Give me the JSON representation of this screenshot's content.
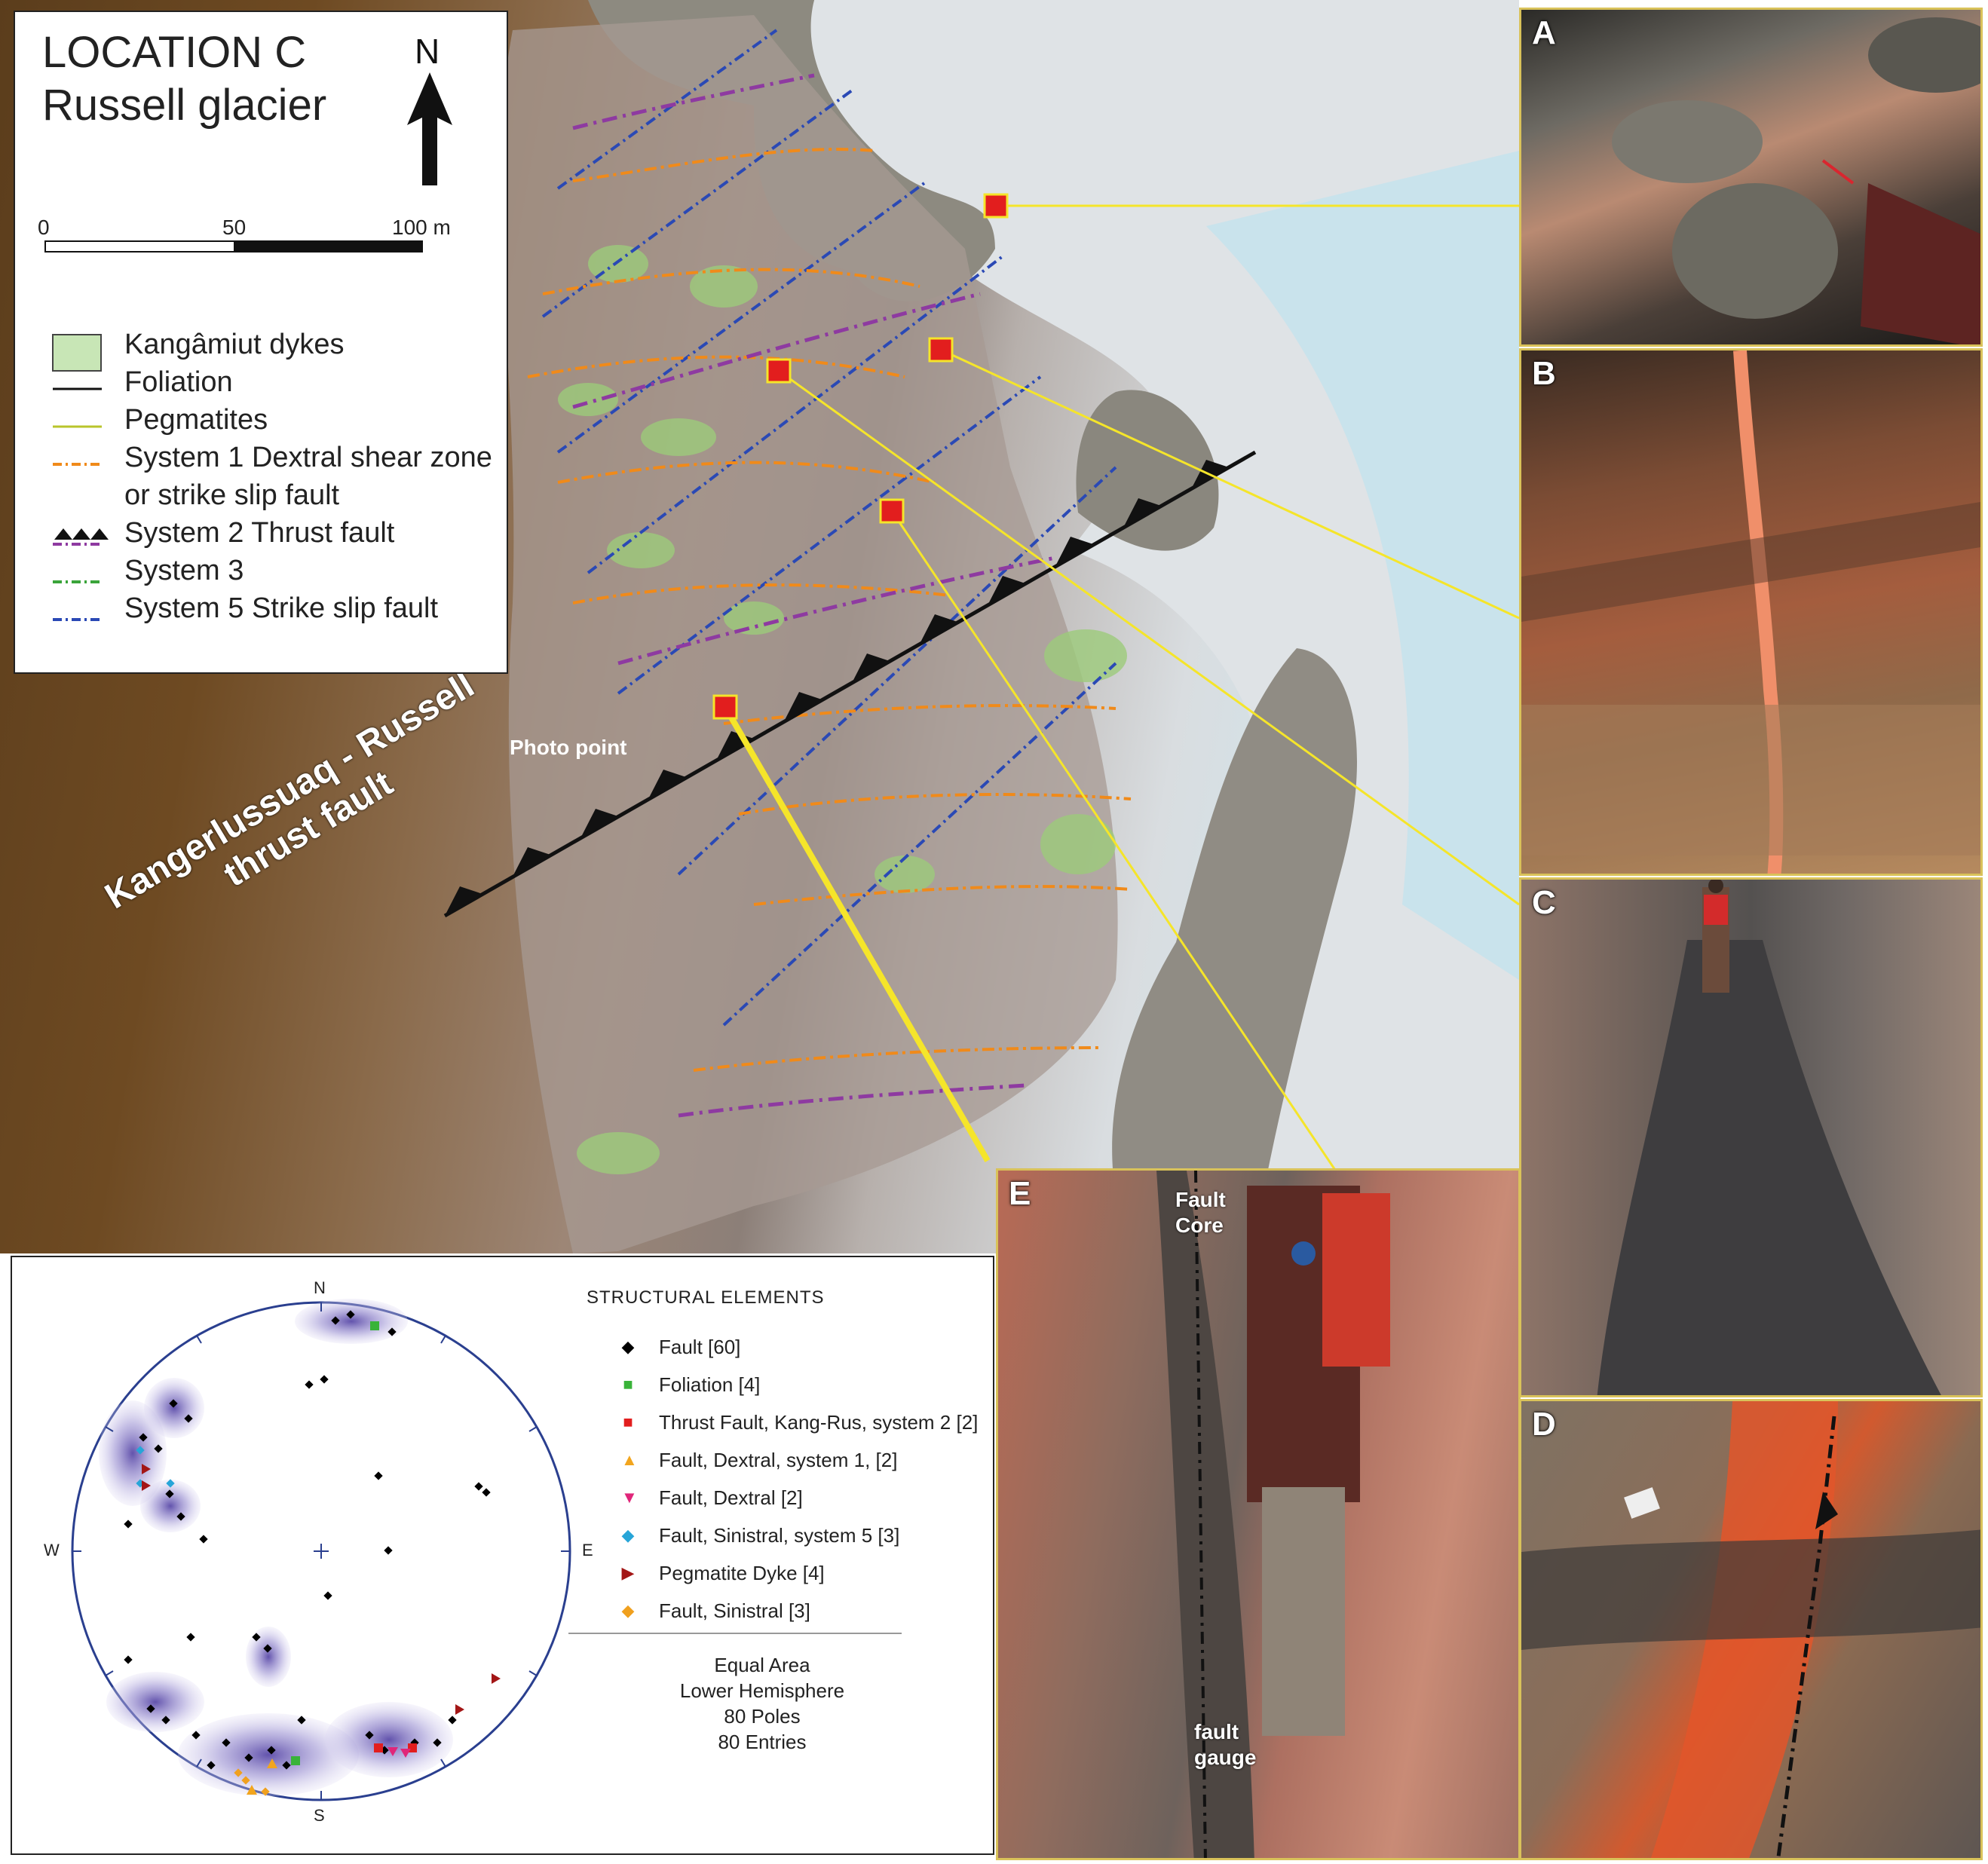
{
  "map": {
    "location": "LOCATION C",
    "place": "Russell glacier",
    "north_label": "N",
    "scale": {
      "ticks": [
        "0",
        "50",
        "100 m"
      ]
    },
    "photo_point_label": "Photo point",
    "thrust_fault_label_line1": "Kangerlussuaq - Russell",
    "thrust_fault_label_line2": "thrust fault"
  },
  "legend": {
    "items": [
      {
        "label": "Kangâmiut dykes",
        "symbol": "green-box"
      },
      {
        "label": "Foliation",
        "symbol": "black-line"
      },
      {
        "label": "Pegmatites",
        "symbol": "yellow-line"
      },
      {
        "label": "System 1 Dextral shear zone",
        "symbol": "orange-dash"
      },
      {
        "label": "or strike slip fault",
        "symbol": "none"
      },
      {
        "label": "System 2 Thrust fault",
        "symbol": "purple-dash-with-triangles"
      },
      {
        "label": "System 3",
        "symbol": "green-dash"
      },
      {
        "label": "System 5 Strike slip fault",
        "symbol": "blue-dash"
      }
    ],
    "colors": {
      "dyke": "#c8e6b6",
      "foliation": "#111111",
      "pegmatite": "#b9c52b",
      "system1": "#f08a1a",
      "system2": "#8e3aa1",
      "system3": "#3aa43a",
      "system5": "#2a49b5"
    }
  },
  "photos": [
    {
      "letter": "A"
    },
    {
      "letter": "B"
    },
    {
      "letter": "C"
    },
    {
      "letter": "D"
    },
    {
      "letter": "E",
      "annotation_top_line1": "Fault",
      "annotation_top_line2": "Core",
      "annotation_bottom_line1": "fault",
      "annotation_bottom_line2": "gauge"
    }
  ],
  "stereonet": {
    "directions": {
      "n": "N",
      "e": "E",
      "s": "S",
      "w": "W"
    },
    "title": "STRUCTURAL ELEMENTS",
    "elements": [
      {
        "label": "Fault [60]",
        "marker": "diamond",
        "color": "#000000"
      },
      {
        "label": "Foliation [4]",
        "marker": "square",
        "color": "#39b339"
      },
      {
        "label": "Thrust Fault, Kang-Rus, system 2 [2]",
        "marker": "square",
        "color": "#e21e1e"
      },
      {
        "label": "Fault, Dextral, system 1, [2]",
        "marker": "triangle-up",
        "color": "#f2a51e"
      },
      {
        "label": "Fault, Dextral [2]",
        "marker": "triangle-down",
        "color": "#e0267a"
      },
      {
        "label": "Fault, Sinistral, system 5 [3]",
        "marker": "diamond",
        "color": "#27a5d8"
      },
      {
        "label": "Pegmatite Dyke [4]",
        "marker": "triangle-right",
        "color": "#a31616"
      },
      {
        "label": "Fault, Sinistral [3]",
        "marker": "diamond",
        "color": "#f0a01e"
      }
    ],
    "projection": "Equal Area",
    "hemisphere": "Lower Hemisphere",
    "poles": "80 Poles",
    "entries": "80 Entries"
  }
}
